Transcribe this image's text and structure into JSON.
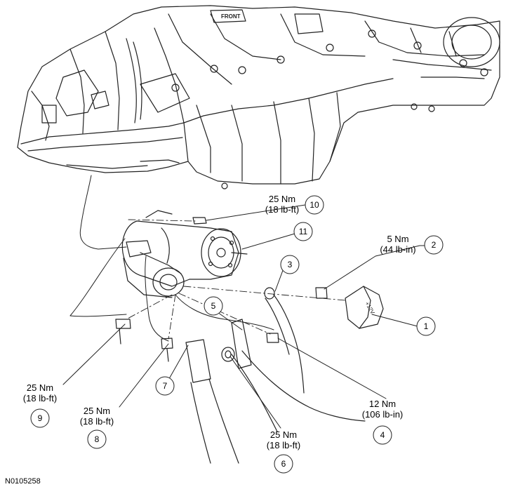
{
  "figure_id": "N0105258",
  "part_text": {
    "front_mark": "FRONT",
    "terminal_mark": "+12V"
  },
  "callouts": [
    {
      "number": "1"
    },
    {
      "number": "2"
    },
    {
      "number": "3"
    },
    {
      "number": "4"
    },
    {
      "number": "5"
    },
    {
      "number": "6"
    },
    {
      "number": "7"
    },
    {
      "number": "8"
    },
    {
      "number": "9"
    },
    {
      "number": "10"
    },
    {
      "number": "11"
    }
  ],
  "torque_specs": [
    {
      "callout": "10",
      "metric": "25 Nm",
      "imperial": "(18 lb-ft)"
    },
    {
      "callout": "2",
      "metric": "5 Nm",
      "imperial": "(44 lb-in)"
    },
    {
      "callout": "4",
      "metric": "12 Nm",
      "imperial": "(106 lb-in)"
    },
    {
      "callout": "6",
      "metric": "25 Nm",
      "imperial": "(18 lb-ft)"
    },
    {
      "callout": "8",
      "metric": "25 Nm",
      "imperial": "(18 lb-ft)"
    },
    {
      "callout": "9",
      "metric": "25 Nm",
      "imperial": "(18 lb-ft)"
    }
  ]
}
